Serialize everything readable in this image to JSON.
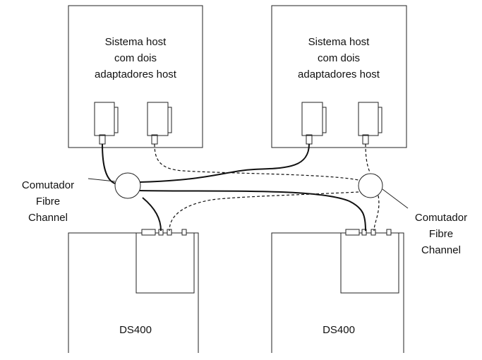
{
  "hosts": [
    {
      "lines": [
        "Sistema host",
        "com dois",
        "adaptadores host"
      ]
    },
    {
      "lines": [
        "Sistema host",
        "com dois",
        "adaptadores host"
      ]
    }
  ],
  "switches": [
    {
      "lines": [
        "Comutador",
        "Fibre",
        "Channel"
      ]
    },
    {
      "lines": [
        "Comutador",
        "Fibre",
        "Channel"
      ]
    }
  ],
  "storage": [
    {
      "label": "DS400"
    },
    {
      "label": "DS400"
    }
  ],
  "colors": {
    "line": "#111111",
    "background": "#ffffff"
  }
}
